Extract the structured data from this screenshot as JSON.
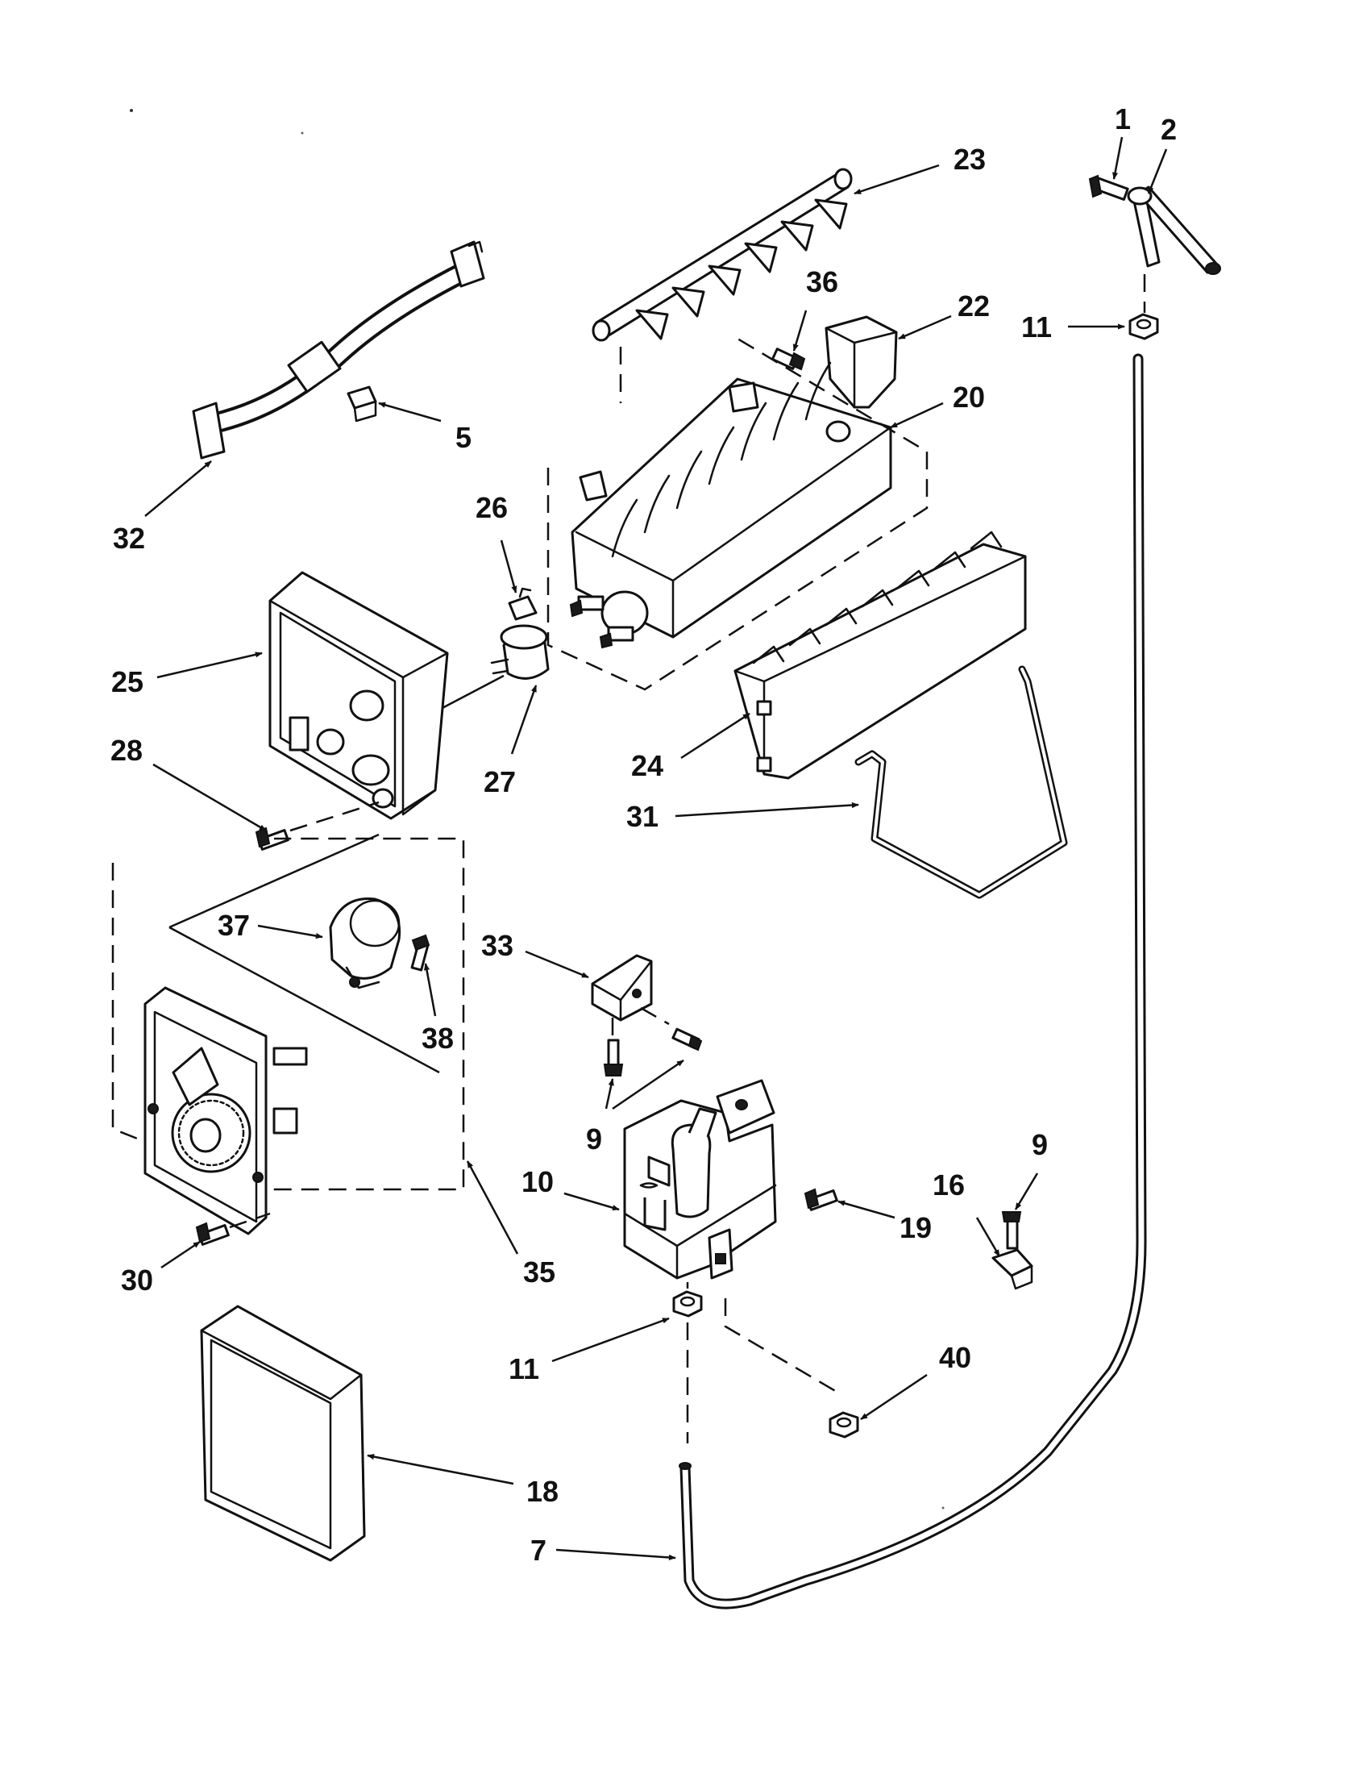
{
  "diagram": {
    "callouts": [
      "1",
      "2",
      "23",
      "36",
      "22",
      "11",
      "20",
      "5",
      "32",
      "26",
      "25",
      "28",
      "27",
      "24",
      "31",
      "37",
      "33",
      "38",
      "9",
      "10",
      "19",
      "16",
      "35",
      "30",
      "11",
      "40",
      "18",
      "7"
    ]
  }
}
